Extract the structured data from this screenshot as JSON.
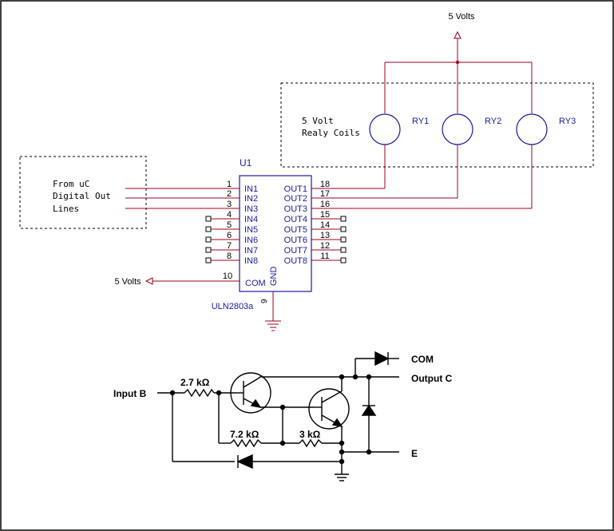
{
  "colors": {
    "wire_red": "#a0001c",
    "chip_blue": "#1a1aa6",
    "label_blue": "#1a1aa6",
    "pin_black": "#000000",
    "black": "#000000"
  },
  "supply": {
    "top_label": "5 Volts",
    "com_label": "5 Volts"
  },
  "relay_box": {
    "text_line1": "5 Volt",
    "text_line2": "Realy Coils"
  },
  "relays": [
    {
      "label": "RY1"
    },
    {
      "label": "RY2"
    },
    {
      "label": "RY3"
    }
  ],
  "uc_box": {
    "line1": "From uC",
    "line2": "Digital Out",
    "line3": "Lines"
  },
  "chip": {
    "designator": "U1",
    "part": "ULN2803a",
    "gnd_label": "GND",
    "gnd_pin": "9",
    "com_label": "COM",
    "com_pin": "10",
    "inputs": [
      {
        "name": "IN1",
        "pin": "1"
      },
      {
        "name": "IN2",
        "pin": "2"
      },
      {
        "name": "IN3",
        "pin": "3"
      },
      {
        "name": "IN4",
        "pin": "4"
      },
      {
        "name": "IN5",
        "pin": "5"
      },
      {
        "name": "IN6",
        "pin": "6"
      },
      {
        "name": "IN7",
        "pin": "7"
      },
      {
        "name": "IN8",
        "pin": "8"
      }
    ],
    "outputs": [
      {
        "name": "OUT1",
        "pin": "18"
      },
      {
        "name": "OUT2",
        "pin": "17"
      },
      {
        "name": "OUT3",
        "pin": "16"
      },
      {
        "name": "OUT4",
        "pin": "15"
      },
      {
        "name": "OUT5",
        "pin": "14"
      },
      {
        "name": "OUT6",
        "pin": "13"
      },
      {
        "name": "OUT7",
        "pin": "12"
      },
      {
        "name": "OUT8",
        "pin": "11"
      }
    ]
  },
  "darlington": {
    "input_label": "Input B",
    "r1": "2.7 kΩ",
    "r2": "7.2 kΩ",
    "r3": "3 kΩ",
    "com_label": "COM",
    "output_label": "Output C",
    "emitter_label": "E"
  }
}
